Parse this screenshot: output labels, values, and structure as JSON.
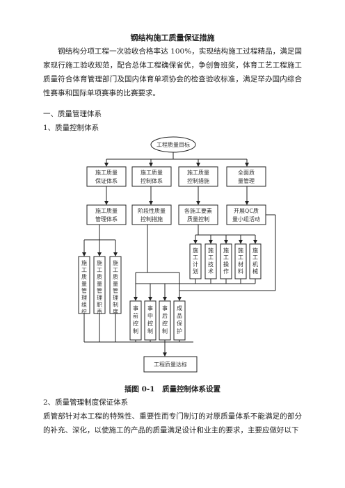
{
  "doc": {
    "title": "钢结构施工质量保证措施",
    "intro": "钢结构分项工程一次验收合格率达 100%，实现结构施工过程精品，满足国家现行施工验收规范，配合总体工程确保省优，争创鲁班奖，体育工艺工程施工质量符合体育管理部门及国内体育单项协会的检查验收标准，满足举办国内综合性赛事和国际单项赛事的比赛要求。",
    "section1": "一、质量管理体系",
    "section1_1": "1、质量控制体系",
    "figure_caption": "插图 0-1　质量控制体系设置",
    "section1_2": "2、质量管理制度保证体系",
    "para2": "质管部针对本工程的特殊性、重要性而专门制订的对原质量体系不能满足的部分的补充、深化，以使施工的产品的质量满足设计和业主的要求，主要应做好以下"
  },
  "diagram": {
    "top": "工程质量目标",
    "level2": [
      "施工质量保证体系",
      "施工质量控制体系",
      "施工质量控制措施",
      "全面质量管理"
    ],
    "level3": [
      "施工质量管理体系",
      "阶段性质量控制措施",
      "各施工要素质量控制",
      "开展QC质量小组活动"
    ],
    "system_cols": [
      "施工质量管理组织",
      "施工质量管理职责",
      "施工质量管理制度"
    ],
    "element_cols": [
      "施工计划",
      "施工技术",
      "施工操作",
      "施工材料",
      "施工机械"
    ],
    "stage_cols": [
      "事前控制",
      "事中控制",
      "事后控制",
      "成品保护"
    ],
    "bottom": "工程质量达标"
  }
}
